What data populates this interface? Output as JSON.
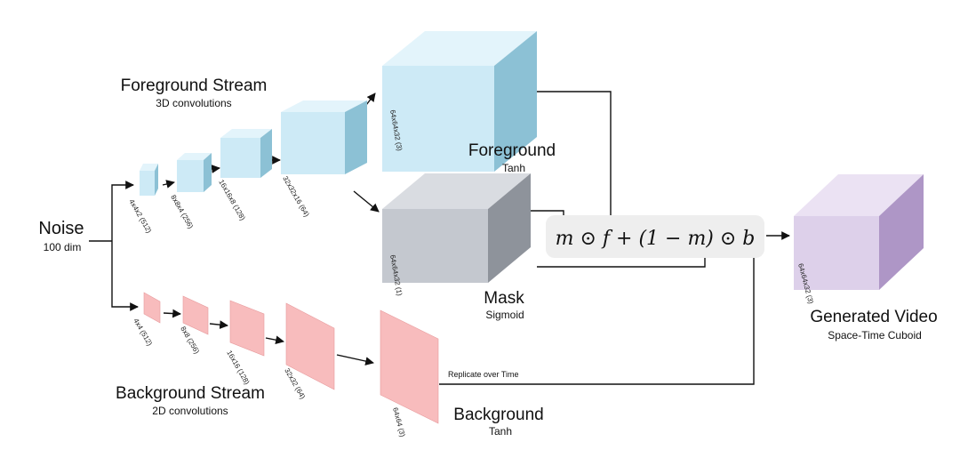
{
  "noise": {
    "label": "Noise",
    "sublabel": "100 dim"
  },
  "foreground_stream": {
    "title": "Foreground Stream",
    "subtitle": "3D convolutions",
    "layers": [
      {
        "label": "4x4x2 (512)"
      },
      {
        "label": "8x8x4 (256)"
      },
      {
        "label": "16x16x8 (128)"
      },
      {
        "label": "32x32x16 (64)"
      }
    ]
  },
  "foreground_output": {
    "title": "Foreground",
    "activation": "Tanh",
    "size_label": "64x64x32 (3)"
  },
  "mask_output": {
    "title": "Mask",
    "activation": "Sigmoid",
    "size_label": "64x64x32 (1)"
  },
  "background_stream": {
    "title": "Background Stream",
    "subtitle": "2D convolutions",
    "layers": [
      {
        "label": "4x4 (512)"
      },
      {
        "label": "8x8 (256)"
      },
      {
        "label": "16x16 (128)"
      },
      {
        "label": "32x32 (64)"
      }
    ]
  },
  "background_output": {
    "title": "Background",
    "activation": "Tanh",
    "size_label": "64x64 (3)"
  },
  "replicate_label": "Replicate over Time",
  "formula": "m ⊙ f + (1 − m) ⊙ b",
  "generated_video": {
    "title": "Generated Video",
    "subtitle": "Space-Time Cuboid",
    "size_label": "64x64x32 (3)"
  },
  "colors": {
    "foreground_front": "#cdeaf6",
    "foreground_side": "#8cc1d5",
    "foreground_top": "#e3f4fb",
    "mask_front": "#c4c8cf",
    "mask_side": "#8e939b",
    "mask_top": "#d9dce1",
    "background_face": "#f8bcbd",
    "background_edge": "#e79a9c",
    "video_front": "#ddd0ea",
    "video_side": "#ae96c6",
    "video_top": "#ebe2f3",
    "formula_box": "#eeeeee"
  }
}
